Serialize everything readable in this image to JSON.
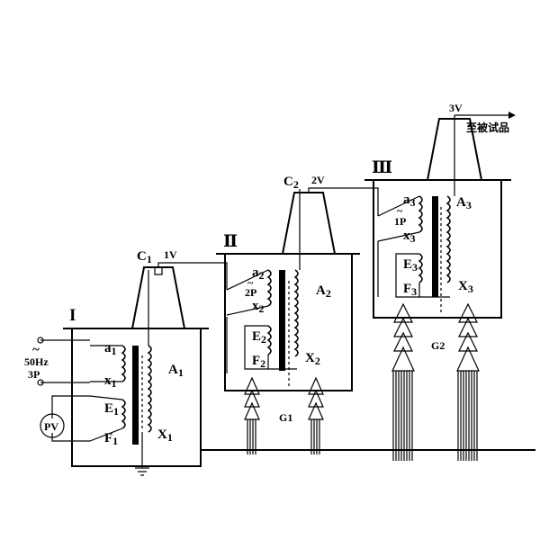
{
  "stages": {
    "s1": {
      "name": "Ⅰ",
      "tank": "I",
      "a": "a",
      "a_sub": "1",
      "x": "x",
      "x_sub": "1",
      "A": "A",
      "A_sub": "1",
      "X": "X",
      "X_sub": "1",
      "E": "E",
      "E_sub": "1",
      "F": "F",
      "F_sub": "1",
      "bushing": "C",
      "bushing_sub": "1",
      "out_voltage": "1V"
    },
    "s2": {
      "name": "Ⅱ",
      "a": "a",
      "a_sub": "2",
      "x": "x",
      "x_sub": "2",
      "A": "A",
      "A_sub": "2",
      "X": "X",
      "X_sub": "2",
      "E": "E",
      "E_sub": "2",
      "F": "F",
      "F_sub": "2",
      "bushing": "C",
      "bushing_sub": "2",
      "out_voltage": "2V",
      "supply": "2P"
    },
    "s3": {
      "name": "Ⅲ",
      "a": "a",
      "a_sub": "3",
      "x": "x",
      "x_sub": "3",
      "A": "A",
      "A_sub": "3",
      "X": "X",
      "X_sub": "3",
      "E": "E",
      "E_sub": "3",
      "F": "F",
      "F_sub": "3",
      "out_voltage": "3V",
      "supply": "1P"
    }
  },
  "source": {
    "freq": "50Hz",
    "power": "3P",
    "tilde": "~"
  },
  "meter": {
    "label": "PV"
  },
  "insulators": {
    "g1": "G1",
    "g2": "G2"
  },
  "output": {
    "label": "至被试品"
  }
}
